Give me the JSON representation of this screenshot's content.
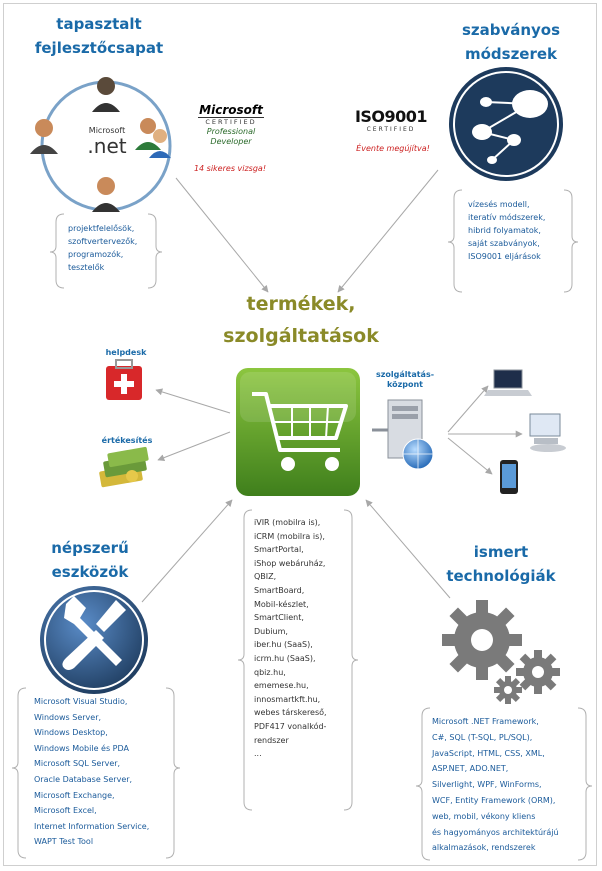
{
  "headings": {
    "team": [
      "tapasztalt",
      "fejlesztőcsapat"
    ],
    "methods": [
      "szabványos",
      "módszerek"
    ],
    "products": [
      "termékek,",
      "szolgáltatások"
    ],
    "tools": [
      "népszerű",
      "eszközök"
    ],
    "technologies": [
      "ismert",
      "technológiák"
    ]
  },
  "dotnet_logo": {
    "vendor": "Microsoft",
    "product": ".net"
  },
  "ms_cert": {
    "logo": "Microsoft",
    "certified": "CERTIFIED",
    "title_line1": "Professional",
    "title_line2": "Developer",
    "note": "14 sikeres vizsga!"
  },
  "iso": {
    "logo": "ISO9001",
    "certified": "CERTIFIED",
    "note": "Évente megújítva!"
  },
  "team_roles": [
    "projektfelelősök,",
    "szoftvertervezők,",
    "programozók,",
    "tesztelők"
  ],
  "methods_list": [
    "vízesés modell,",
    "iteratív módszerek,",
    "hibrid folyamatok,",
    "saját szabványok,",
    "ISO9001 eljárások"
  ],
  "left_labels": {
    "helpdesk": "helpdesk",
    "sales": "értékesítés"
  },
  "service_center": [
    "szolgáltatás-",
    "központ"
  ],
  "products_list": [
    "iVIR (mobilra is),",
    "iCRM (mobilra is),",
    "SmartPortal,",
    "iShop webáruház,",
    "QBIZ,",
    "SmartBoard,",
    "Mobil-készlet,",
    "SmartClient,",
    "Dubium,",
    "iber.hu (SaaS),",
    "icrm.hu (SaaS),",
    "qbiz.hu,",
    "ememese.hu,",
    "innosmartkft.hu,",
    "webes társkereső,",
    "PDF417 vonalkód-",
    "rendszer",
    "..."
  ],
  "tools_list": [
    "Microsoft Visual Studio,",
    "Windows Server,",
    "Windows Desktop,",
    "Windows Mobile és PDA",
    "Microsoft SQL Server,",
    "Oracle Database Server,",
    "Microsoft Exchange,",
    "Microsoft Excel,",
    "Internet Information Service,",
    "WAPT Test Tool"
  ],
  "tech_list": [
    "Microsoft  .NET Framework,",
    "C#, SQL (T-SQL, PL/SQL),",
    "JavaScript, HTML, CSS, XML,",
    "ASP.NET, ADO.NET,",
    "Silverlight, WPF, WinForms,",
    "WCF, Entity Framework (ORM),",
    "web, mobil, vékony kliens",
    "és hagyományos architektúrájú",
    "alkalmazások, rendszerek"
  ],
  "icons": [
    "person-icon",
    "dotnet-logo-icon",
    "ms-certified-logo",
    "iso9001-logo",
    "network-diagram-icon",
    "first-aid-kit-icon",
    "money-stack-icon",
    "shopping-cart-icon",
    "server-globe-icon",
    "laptop-icon",
    "desktop-icon",
    "smartphone-icon",
    "tools-wrench-screwdriver-icon",
    "gears-icon"
  ],
  "colors": {
    "heading": "#1a6aa8",
    "center_title": "#8a8a28",
    "cart_green": "#5a9a28",
    "dark_circle": "#1d3a5c",
    "note_red": "#cc2020"
  }
}
